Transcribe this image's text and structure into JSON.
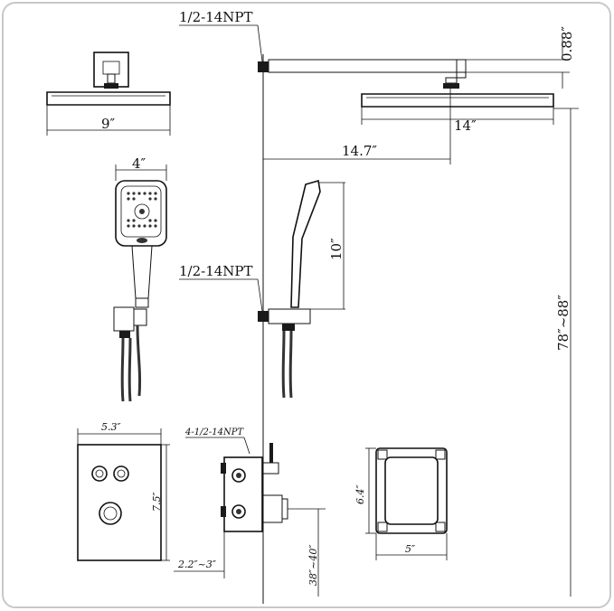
{
  "colors": {
    "line": "#111111",
    "background": "#ffffff",
    "accent": "#1a1a1a"
  },
  "labels": {
    "arm_thread": "1/2-14NPT",
    "arm_height": "0.88″",
    "head_small_width": "9″",
    "head_large_width": "14″",
    "arm_length": "14.7″",
    "handheld_width": "4″",
    "handheld_length": "10″",
    "outlet_thread": "1/2-14NPT",
    "overall_height": "78″~88″",
    "trim_width": "5.3″",
    "trim_height": "7.5″",
    "valve_thread": "4-1/2-14NPT",
    "valve_depth": "2.2″~3″",
    "valve_height": "38″~40″",
    "box_height": "6.4″",
    "box_width": "5″"
  }
}
